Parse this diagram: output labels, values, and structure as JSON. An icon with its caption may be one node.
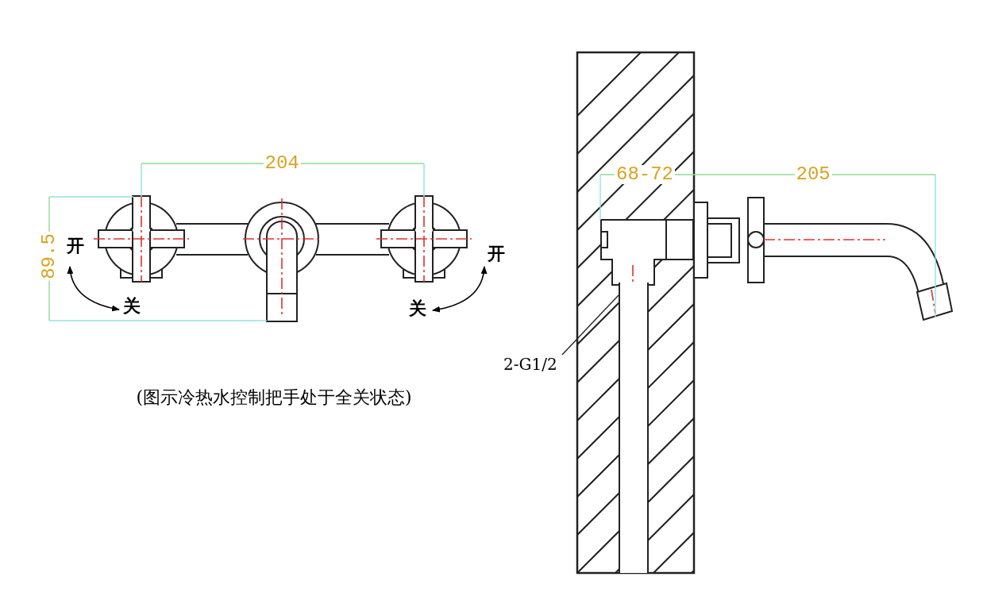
{
  "diagram": {
    "caption": "(图示冷热水控制把手处于全关状态)",
    "nodes": [
      {
        "text": [
          "2-G1/2"
        ]
      },
      {
        "text": [],
        "shape": "box"
      }
    ],
    "edges": [
      {
        "from": 0,
        "to": 1,
        "arrow": "none"
      }
    ],
    "labels": [
      "204",
      "89.5",
      "开",
      "关",
      "开",
      "关",
      "68-72",
      "205"
    ]
  }
}
